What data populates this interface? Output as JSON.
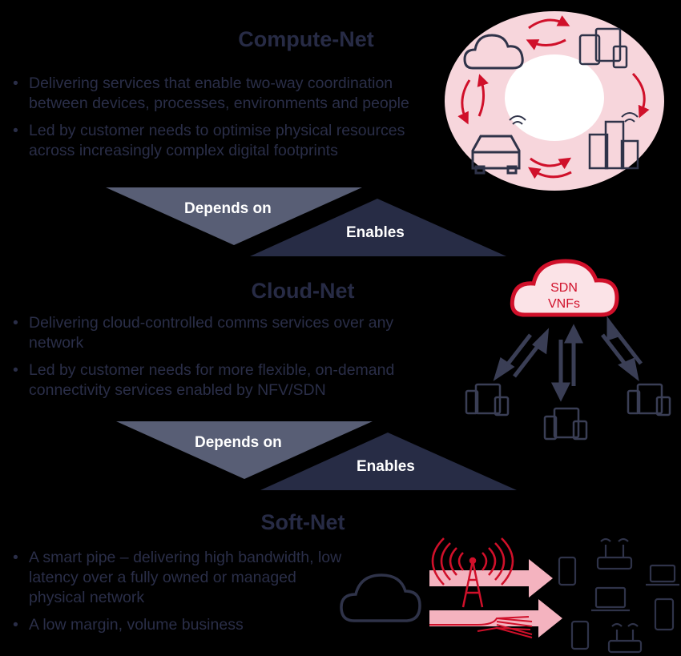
{
  "sections": [
    {
      "title": "Compute-Net",
      "bullets": [
        "Delivering services that enable two-way coordination between devices, processes, environments and people",
        "Led by customer needs to optimise physical resources across increasingly complex digital footprints"
      ]
    },
    {
      "title": "Cloud-Net",
      "bullets": [
        "Delivering cloud-controlled comms services over any network",
        "Led by customer needs for more flexible, on-demand connectivity services enabled by NFV/SDN"
      ]
    },
    {
      "title": "Soft-Net",
      "bullets": [
        "A smart pipe – delivering high bandwidth, low latency over a fully owned or managed physical network",
        "A low margin, volume business"
      ]
    }
  ],
  "connectors": [
    {
      "depends_label": "Depends on",
      "enables_label": "Enables"
    },
    {
      "depends_label": "Depends on",
      "enables_label": "Enables"
    }
  ],
  "cloud_node": {
    "line1": "SDN",
    "line2": "VNFs"
  },
  "colors": {
    "background": "#000000",
    "text": "#272b45",
    "depends_triangle": "#585e75",
    "enables_triangle": "#272c45",
    "accent_red": "#d0102a",
    "pink_fill": "#f7d6dc",
    "icon_dark": "#2f3349"
  },
  "icons": [
    "cloud-icon",
    "devices-icon",
    "car-icon",
    "buildings-icon",
    "cell-tower-icon",
    "fiber-cable-icon",
    "router-icon",
    "phone-icon",
    "laptop-icon"
  ]
}
